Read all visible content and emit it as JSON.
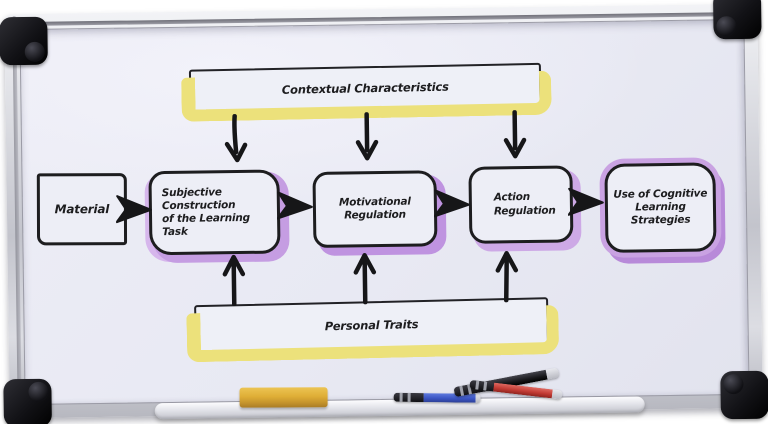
{
  "colors": {
    "ink": "#1d1d1f",
    "board_surface": "#e9eaf3",
    "highlight_yellow": "#ece17b",
    "highlight_purple": "#c59de2",
    "eraser_yellow": "#dfae36",
    "marker_blue": "#3b55c4",
    "marker_red": "#c23b34",
    "marker_black": "#17171a"
  },
  "diagram": {
    "top_banner": {
      "label": "Contextual Characteristics"
    },
    "bottom_banner": {
      "label": "Personal Traits"
    },
    "nodes": [
      {
        "id": "material",
        "label": "Material"
      },
      {
        "id": "subjective-construction",
        "label": "Subjective\nConstruction\nof the Learning Task"
      },
      {
        "id": "motivational-regulation",
        "label": "Motivational\nRegulation"
      },
      {
        "id": "action-regulation",
        "label": "Action\nRegulation"
      },
      {
        "id": "use-of-cognitive-learning-strategies",
        "label": "Use of  Cognitive\nLearning Strategies"
      }
    ],
    "arrows": {
      "right_between_nodes": 4,
      "down_from_top_banner": 3,
      "up_from_bottom_banner": 3
    }
  },
  "tray_items": [
    {
      "name": "eraser",
      "color": "#dfae36"
    },
    {
      "name": "blue-marker",
      "color": "#3b55c4"
    },
    {
      "name": "black-marker",
      "color": "#17171a"
    },
    {
      "name": "red-marker",
      "color": "#c23b34"
    }
  ]
}
